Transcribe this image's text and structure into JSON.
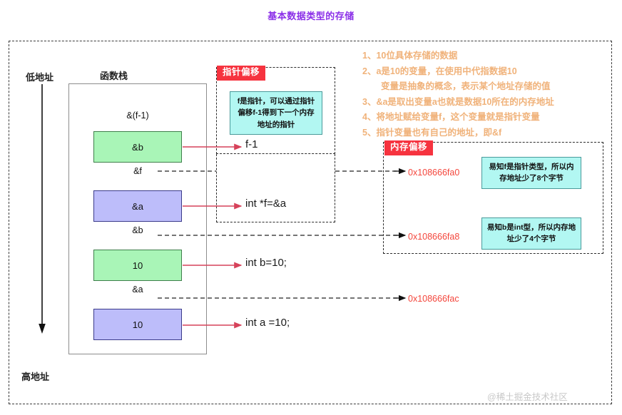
{
  "title": "基本数据类型的存储",
  "address_axis": {
    "low_label": "低地址",
    "high_label": "高地址"
  },
  "stack": {
    "title": "函数栈",
    "slots": [
      {
        "label": "&(f-1)",
        "value": "&b",
        "color": "green"
      },
      {
        "label": "&f",
        "value": "&a",
        "color": "purple"
      },
      {
        "label": "&b",
        "value": "10",
        "color": "green"
      },
      {
        "label": "&a",
        "value": "10",
        "color": "purple"
      }
    ]
  },
  "pointer_offset": {
    "badge": "指针偏移",
    "note": "f是指针，可以通过指针偏移f-1得到下一个内存地址的指针",
    "labels": [
      "f-1",
      "int *f=&a"
    ]
  },
  "code_labels": [
    "int b=10;",
    "int a =10;"
  ],
  "memory_offset": {
    "badge": "内存偏移",
    "addresses": [
      "0x108666fa0",
      "0x108666fa8",
      "0x108666fac"
    ],
    "notes": [
      "易知f是指针类型，所以内存地址少了8个字节",
      "易知b是int型，所以内存地址少了4个字节"
    ]
  },
  "explanations": [
    "1、10位具体存储的数据",
    "2、a是10的变量，在使用中代指数据10",
    "变量是抽象的概念，表示某个地址存储的值",
    "3、&a是取出变量a也就是数据10所在的内存地址",
    "4、将地址赋给变量f，这个变量就是指针变量",
    "5、指针变量也有自己的地址，即&f"
  ],
  "watermark": "@稀土掘金技术社区",
  "colors": {
    "title": "#8b2fe8",
    "badge": "#f6333f",
    "green_cell": "#a9f5b7",
    "purple_cell": "#bdbdfa",
    "note": "#b2f7f2",
    "address_text": "#f4463c",
    "explanation_text": "#f0b27a"
  }
}
